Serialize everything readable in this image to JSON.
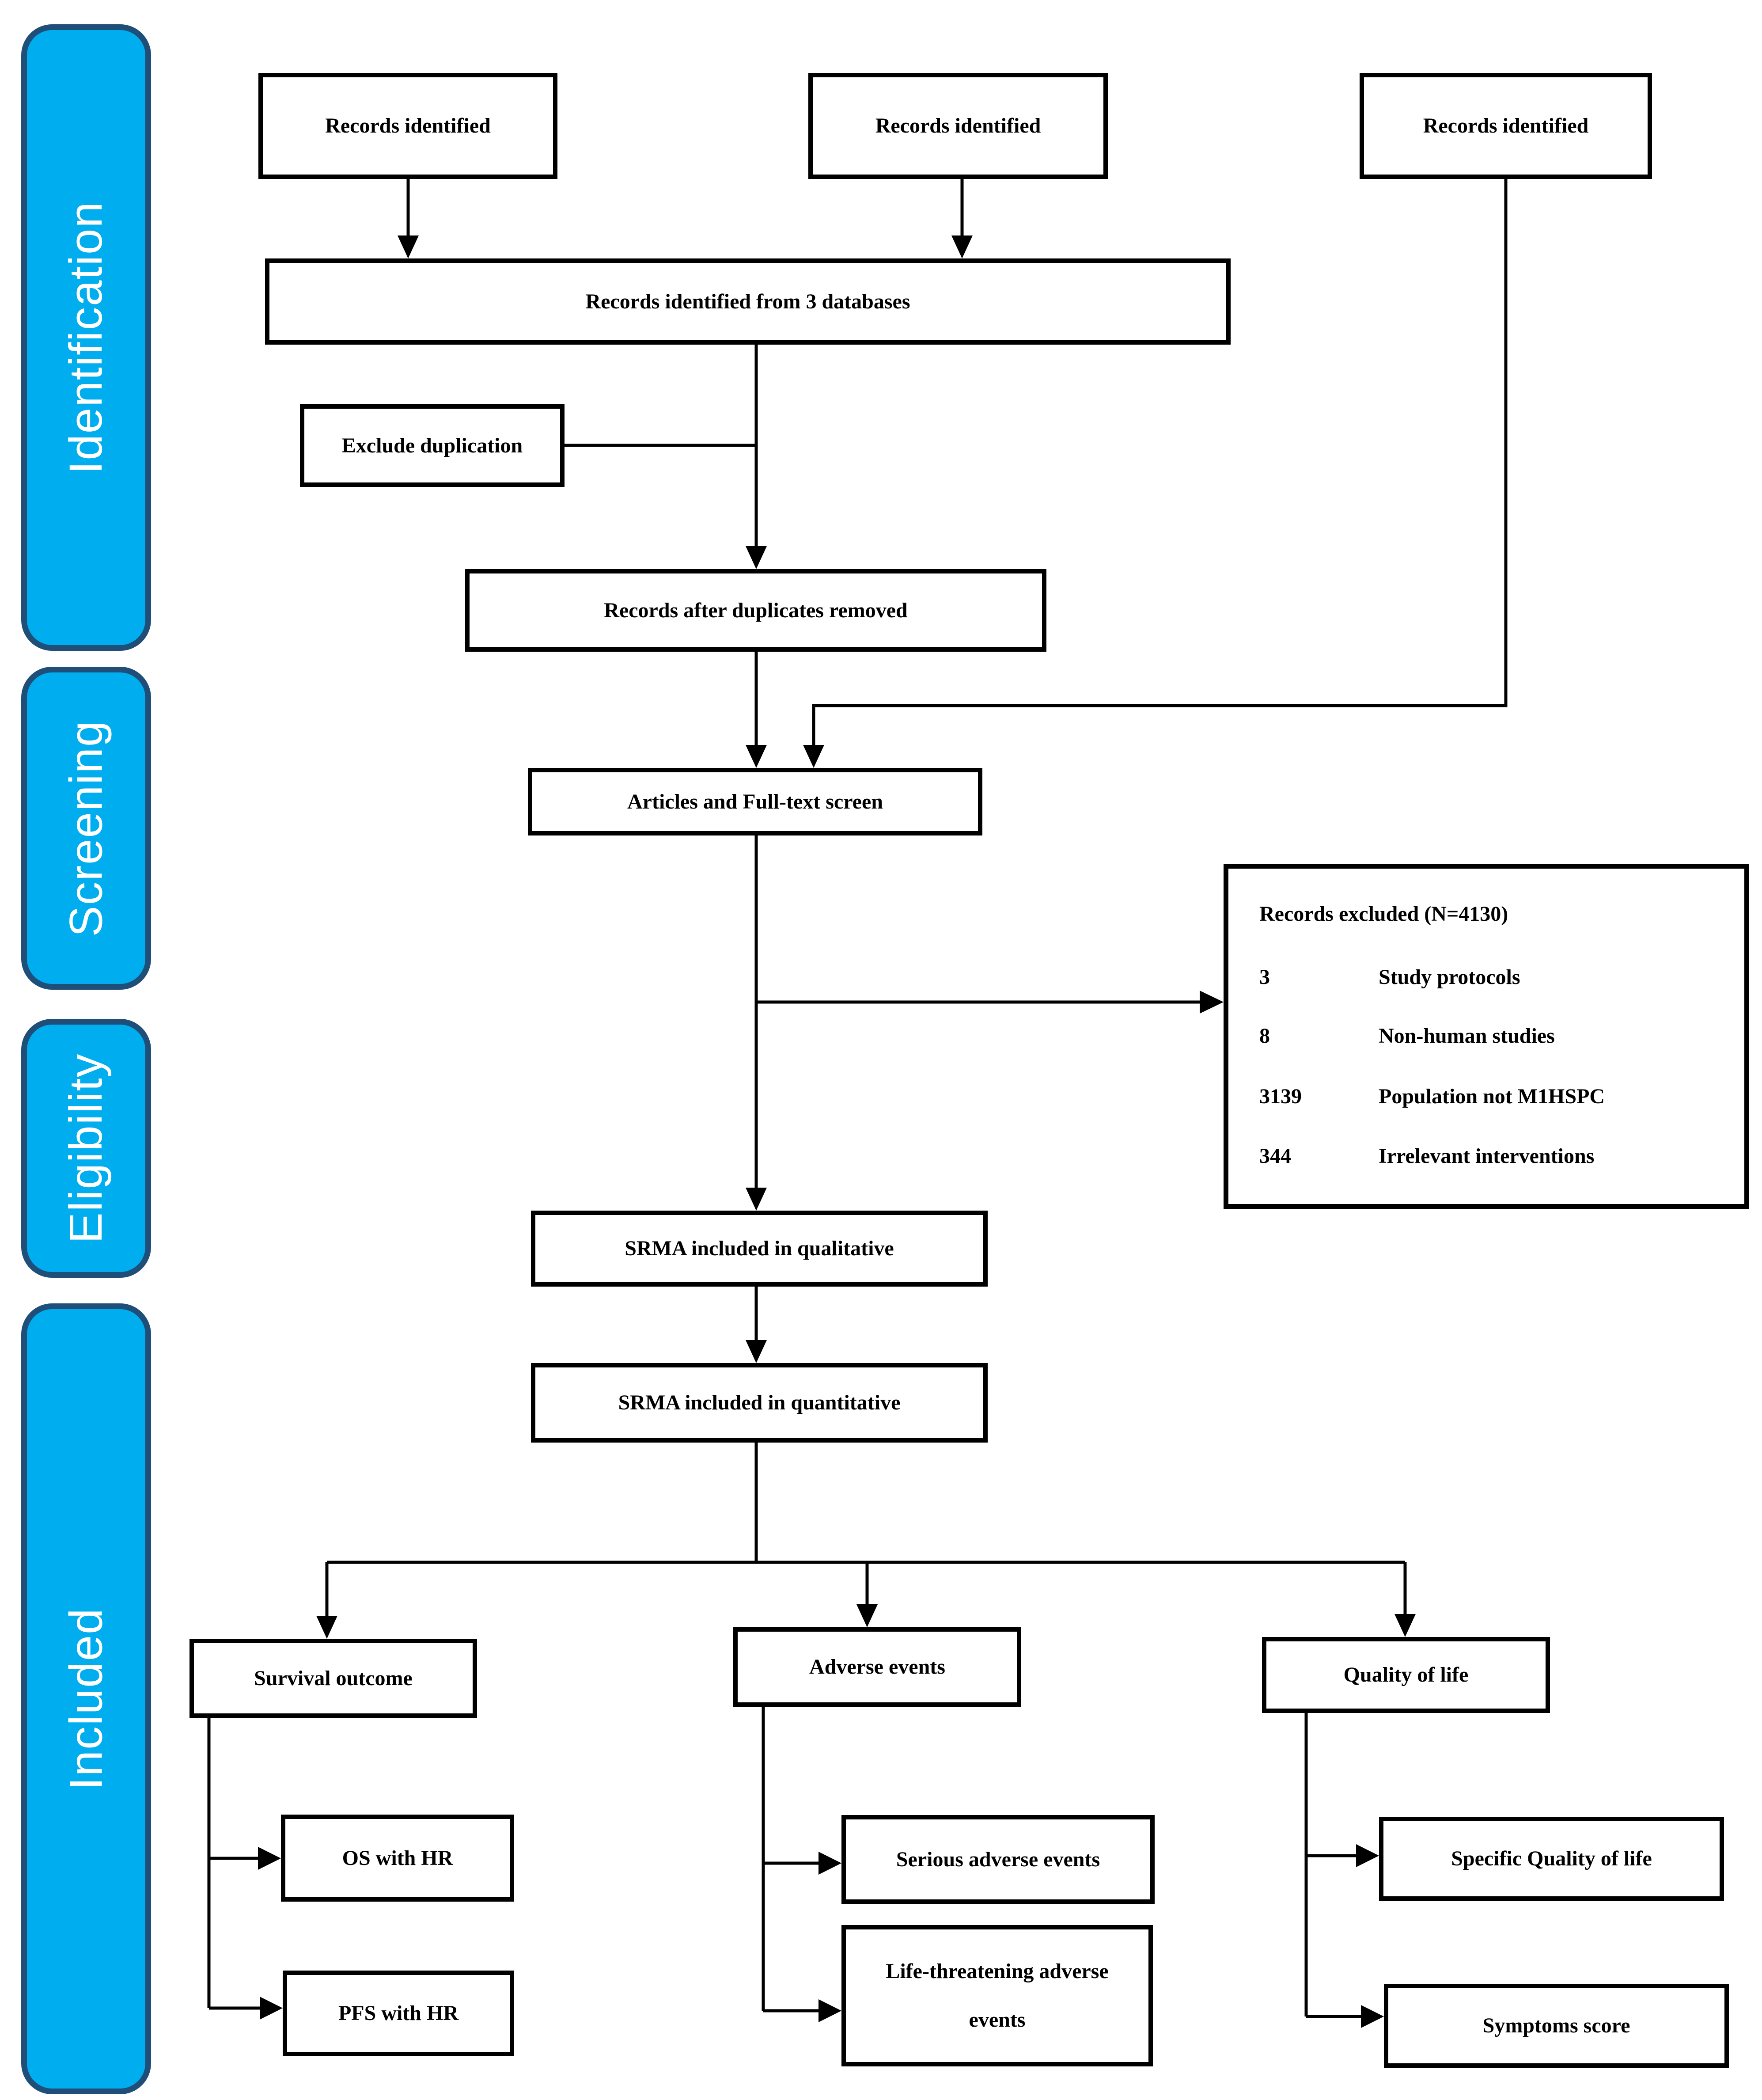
{
  "diagram_title": "PRISMA-style study flow diagram",
  "colors": {
    "stage_fill": "#00AEEF",
    "stage_border": "#1F4E79",
    "box_border": "#000000",
    "connector": "#000000",
    "stage_text": "#ffffff"
  },
  "sidebar": {
    "stages": [
      {
        "label": "Identification"
      },
      {
        "label": "Screening"
      },
      {
        "label": "Eligibility"
      },
      {
        "label": "Included"
      }
    ]
  },
  "boxes": {
    "source1": "Records identified",
    "source2": "Records identified",
    "source3": "Records identified",
    "databases": "Records identified from 3 databases",
    "exclude_duplication": "Exclude duplication",
    "after_duplicates": "Records after duplicates removed",
    "fulltext_screen": "Articles and Full-text screen",
    "srma_qualitative": "SRMA included in qualitative",
    "srma_quantitative": "SRMA included in quantitative",
    "survival": "Survival outcome",
    "adverse": "Adverse events",
    "quality": "Quality of life",
    "os_hr": "OS with HR",
    "pfs_hr": "PFS with HR",
    "serious_ae": "Serious adverse events",
    "life_threatening_ae": "Life-threatening adverse events",
    "specific_qol": "Specific Quality of life",
    "symptoms_score": "Symptoms score"
  },
  "excluded": {
    "title": "Records excluded (N=4130)",
    "items": [
      {
        "count": "3",
        "label": "Study protocols"
      },
      {
        "count": "8",
        "label": "Non-human studies"
      },
      {
        "count": "3139",
        "label": "Population not M1HSPC"
      },
      {
        "count": "344",
        "label": "Irrelevant interventions"
      }
    ]
  }
}
